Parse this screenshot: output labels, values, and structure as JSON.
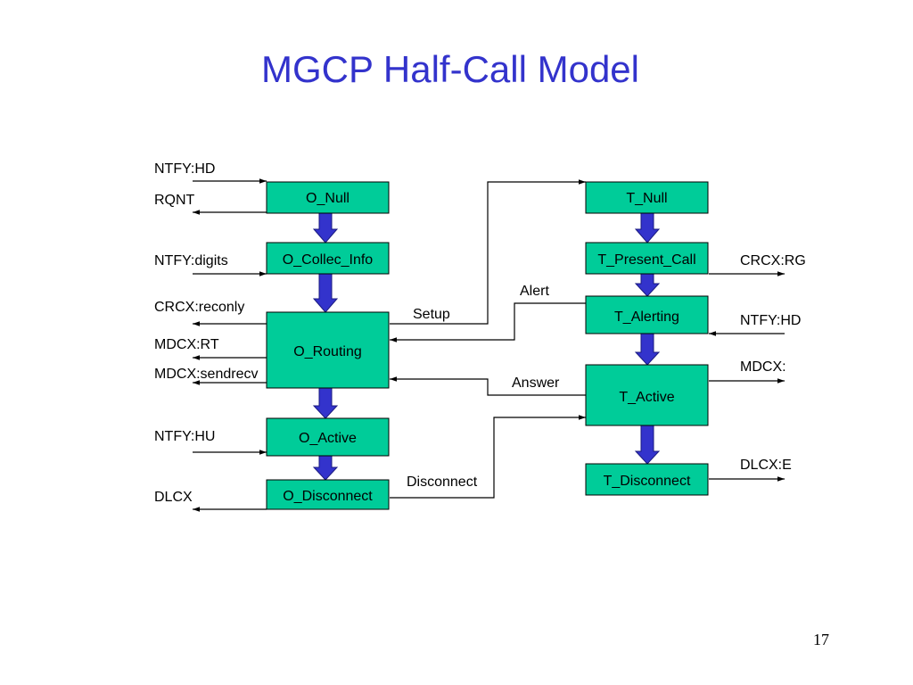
{
  "slide": {
    "title": "MGCP Half-Call Model",
    "page_number": "17"
  },
  "colors": {
    "title": "#3333cc",
    "state_fill": "#00cc99",
    "state_border": "#000000",
    "transition_arrow": "#3333cc",
    "line": "#000000"
  },
  "states": {
    "o_null": "O_Null",
    "o_collec_info": "O_Collec_Info",
    "o_routing": "O_Routing",
    "o_active": "O_Active",
    "o_disconnect": "O_Disconnect",
    "t_null": "T_Null",
    "t_present_call": "T_Present_Call",
    "t_alerting": "T_Alerting",
    "t_active": "T_Active",
    "t_disconnect": "T_Disconnect"
  },
  "messages": {
    "ntfy_hd_origin": "NTFY:HD",
    "rqnt": "RQNT",
    "ntfy_digits": "NTFY:digits",
    "crcx_reconly": "CRCX:reconly",
    "mdcx_rt": "MDCX:RT",
    "mdcx_sendrecv": "MDCX:sendrecv",
    "ntfy_hu": "NTFY:HU",
    "dlcx": "DLCX",
    "crcx_rg": "CRCX:RG",
    "ntfy_hd_terminating": "NTFY:HD",
    "mdcx": "MDCX:",
    "dlcx_e": "DLCX:E"
  },
  "signals": {
    "setup": "Setup",
    "alert": "Alert",
    "answer": "Answer",
    "disconnect": "Disconnect"
  }
}
